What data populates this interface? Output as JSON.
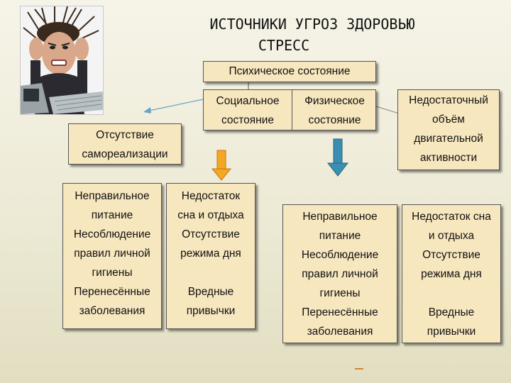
{
  "title": {
    "line1": "ИСТОЧНИКИ УГРОЗ ЗДОРОВЬЮ",
    "line2": "СТРЕСС"
  },
  "diagram": {
    "psychic": "Психическое состояние",
    "social": [
      "Социальное",
      "состояние"
    ],
    "physical": [
      "Физическое",
      "состояние"
    ],
    "lack_activity": [
      "Недостаточный",
      "объём",
      "двигательной",
      "активности"
    ],
    "self_realization": [
      "Отсутствие",
      "самореализации"
    ]
  },
  "left_table": {
    "col1": [
      "Неправильное",
      "питание",
      "Несоблюдение",
      "правил личной",
      "гигиены",
      "Перенесённые",
      "заболевания"
    ],
    "col2": [
      "Недостаток",
      "сна и отдыха",
      "Отсутствие",
      "режима дня"
    ],
    "col2b": [
      "Вредные",
      "привычки"
    ]
  },
  "right_table": {
    "col1": [
      "Неправильное",
      "питание",
      "Несоблюдение",
      "правил личной",
      "гигиены",
      "Перенесённые",
      "заболевания"
    ],
    "col2a": [
      "Недостаток сна",
      "и отдыха"
    ],
    "col2b": [
      "Отсутствие",
      "режима дня"
    ],
    "col2c": [
      "Вредные",
      "привычки"
    ]
  },
  "colors": {
    "box_fill": "#f7e7bf",
    "arrow_orange": "#f5a623",
    "arrow_teal": "#3a8fb0",
    "arrow_thin": "#6aa3c8"
  }
}
